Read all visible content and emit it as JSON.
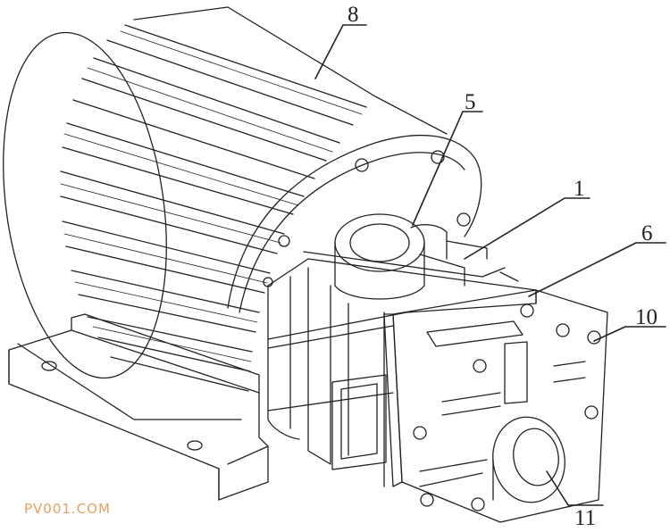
{
  "figure": {
    "labels": [
      {
        "id": "8",
        "text": "8"
      },
      {
        "id": "5",
        "text": "5"
      },
      {
        "id": "1",
        "text": "1"
      },
      {
        "id": "6",
        "text": "6"
      },
      {
        "id": "10",
        "text": "10"
      },
      {
        "id": "11",
        "text": "11"
      }
    ],
    "watermark": "PV001.COM"
  },
  "colors": {
    "line": "#222222",
    "watermark": "#e8a060"
  }
}
